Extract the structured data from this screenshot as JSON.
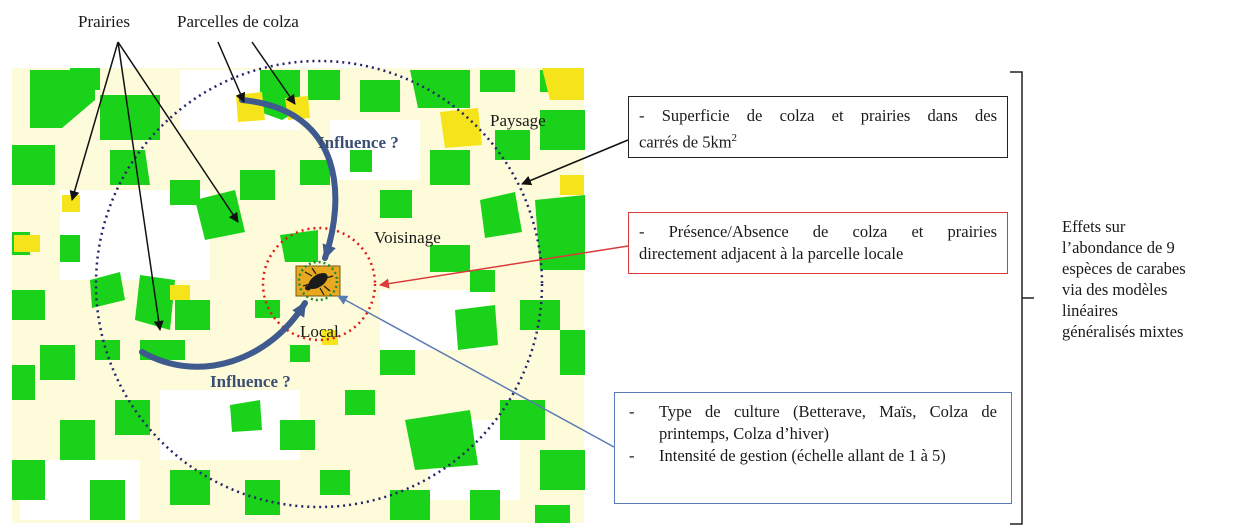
{
  "labels": {
    "prairies": "Prairies",
    "parcelles": "Parcelles de colza",
    "paysage": "Paysage",
    "voisinage": "Voisinage",
    "local": "Local",
    "influence_top": "Influence ?",
    "influence_bottom": "Influence ?"
  },
  "boxes": {
    "paysage": {
      "line1": "- Superficie de colza et prairies dans des",
      "line2_pre": "carrés de 5km",
      "line2_sup": "2"
    },
    "voisinage": {
      "line1": "- Présence/Absence de colza et prairies",
      "line2": "directement adjacent à la parcelle locale"
    },
    "local": {
      "items": [
        {
          "dash": "-",
          "text": "Type de culture (Betterave, Maïs, Colza de printemps, Colza d’hiver)"
        },
        {
          "dash": "-",
          "text": "Intensité de gestion (échelle allant de 1 à 5)"
        }
      ]
    }
  },
  "effects": {
    "lines": [
      "Effets sur",
      "l’abondance de 9",
      "espèces de carabes",
      "via des modèles",
      "linéaires",
      "généralisés mixtes"
    ]
  },
  "colors": {
    "grassland": "#19d219",
    "rapeseed": "#f5e41a",
    "background_field": "#fdfbd9",
    "influence_arrow": "#3f5a8e",
    "landscape_circle": "#23236b",
    "neighbourhood_circle": "#e01a1a",
    "local_circle": "#1f8a3a",
    "local_parcel": "#e8a81f",
    "paysage_box_border": "#222222",
    "voisinage_box_border": "#d93b3b",
    "local_box_border": "#5b7bb5"
  },
  "icons": [
    "ground-beetle-icon"
  ]
}
